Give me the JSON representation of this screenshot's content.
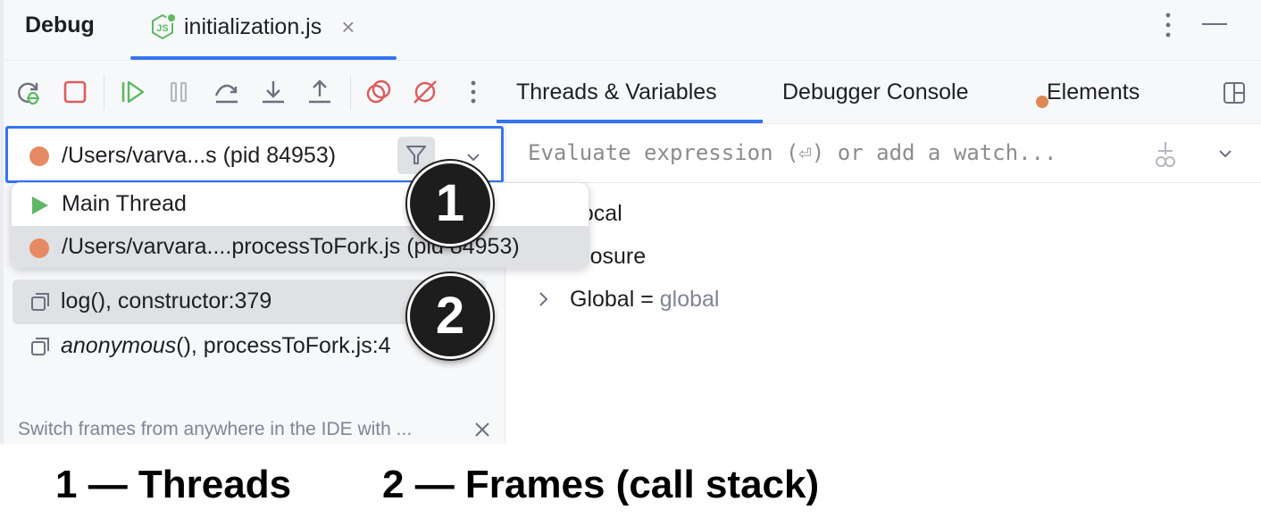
{
  "header": {
    "title": "Debug",
    "file_tab": {
      "name": "initialization.js",
      "icon": "nodejs-file-icon",
      "close_icon": "close-icon"
    },
    "more_icon": "more-vertical-icon",
    "minimize_icon": "minimize-icon"
  },
  "toolbar": {
    "buttons": [
      "rerun-icon",
      "stop-icon",
      "resume-icon",
      "pause-icon",
      "step-over-icon",
      "step-into-icon",
      "step-out-icon",
      "view-breakpoints-icon",
      "mute-breakpoints-icon",
      "more-vertical-icon"
    ]
  },
  "right_tabs": {
    "tabs": [
      "Threads & Variables",
      "Debugger Console",
      "Elements"
    ],
    "active": "Threads & Variables",
    "layout_icon": "layout-icon"
  },
  "thread_selector": {
    "value": "/Users/varva...s (pid 84953)",
    "filter_icon": "filter-icon",
    "chevron_icon": "chevron-down-icon"
  },
  "thread_popup": {
    "items": [
      {
        "label": "Main Thread",
        "icon": "play-icon",
        "selected": false
      },
      {
        "label": "/Users/varvara....processToFork.js (pid 84953)",
        "icon": "process-dot-icon",
        "selected": true
      }
    ]
  },
  "frames": [
    {
      "name": "log",
      "rest": "(), constructor:379",
      "italic": false,
      "selected": true
    },
    {
      "name": "anonymous",
      "rest": "(), processToFork.js:4",
      "italic": true,
      "selected": false
    }
  ],
  "hint": {
    "text": "Switch frames from anywhere in the IDE with ...",
    "close_icon": "close-icon"
  },
  "evaluate": {
    "placeholder": "Evaluate expression (⏎) or add a watch...",
    "watch_icon": "add-watch-icon",
    "chevron_icon": "chevron-down-icon"
  },
  "variables": {
    "local": "Local",
    "closure": "Closure",
    "global_name": "Global",
    "global_eq": " = ",
    "global_value": "global"
  },
  "badges": [
    "1",
    "2"
  ],
  "caption": {
    "item1": "1 — Threads",
    "item2": "2 — Frames (call stack)"
  },
  "colors": {
    "accent": "#3574f0",
    "process_dot": "#e68a63",
    "stop_red": "#db5c5c",
    "resume_green": "#5fb865",
    "selection": "#dfe1e5",
    "badge": "#1d1d1d"
  }
}
